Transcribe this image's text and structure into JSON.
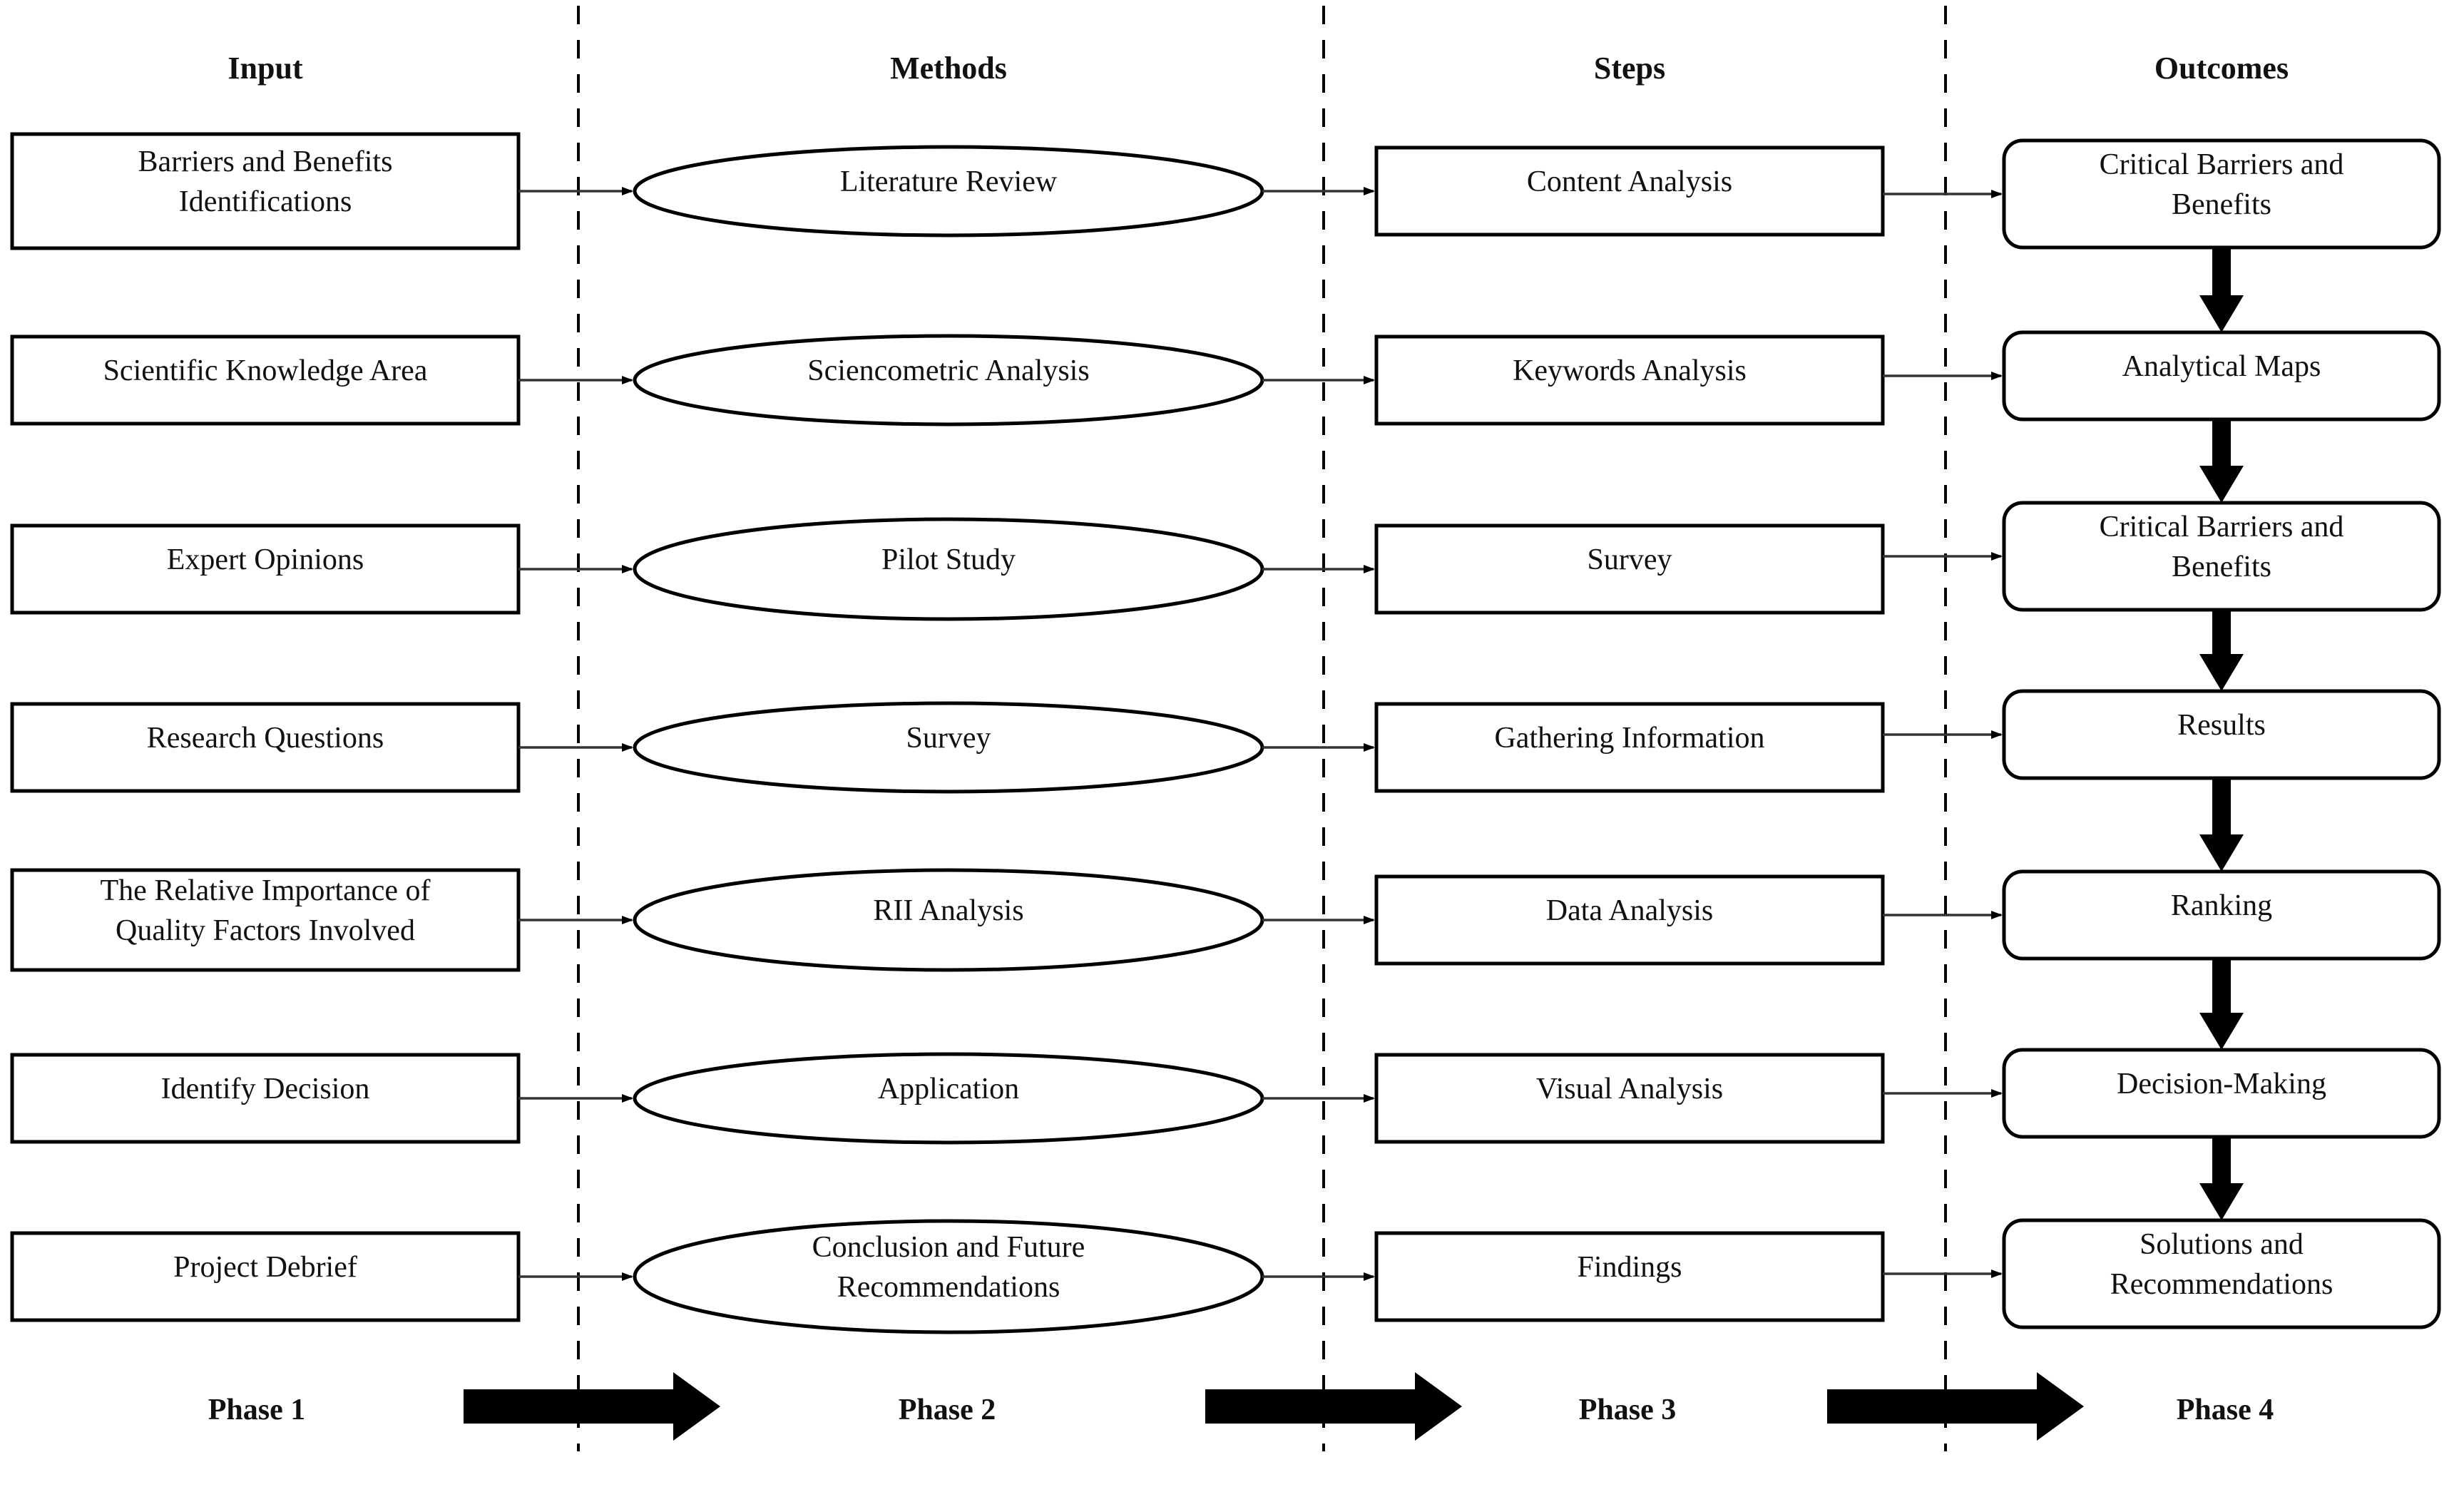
{
  "figure": {
    "type": "flowchart",
    "orientation": "left-to-right",
    "background_color": "#ffffff",
    "line_color": "#000000",
    "text_color": "#111111"
  },
  "columns": [
    {
      "id": "input",
      "header": "Input",
      "shape": "rectangle"
    },
    {
      "id": "methods",
      "header": "Methods",
      "shape": "ellipse"
    },
    {
      "id": "steps",
      "header": "Steps",
      "shape": "rectangle"
    },
    {
      "id": "outcomes",
      "header": "Outcomes",
      "shape": "rounded-rectangle"
    }
  ],
  "rows": [
    {
      "input": [
        "Barriers and Benefits",
        "Identifications"
      ],
      "methods": [
        "Literature Review"
      ],
      "steps": [
        "Content Analysis"
      ],
      "outcomes": [
        "Critical Barriers and",
        "Benefits"
      ]
    },
    {
      "input": [
        "Scientific Knowledge Area"
      ],
      "methods": [
        "Sciencometric Analysis"
      ],
      "steps": [
        "Keywords Analysis"
      ],
      "outcomes": [
        "Analytical Maps"
      ]
    },
    {
      "input": [
        "Expert Opinions"
      ],
      "methods": [
        "Pilot Study"
      ],
      "steps": [
        "Survey"
      ],
      "outcomes": [
        "Critical Barriers and",
        "Benefits"
      ]
    },
    {
      "input": [
        "Research Questions"
      ],
      "methods": [
        "Survey"
      ],
      "steps": [
        "Gathering Information"
      ],
      "outcomes": [
        "Results"
      ]
    },
    {
      "input": [
        "The Relative Importance of",
        "Quality Factors Involved"
      ],
      "methods": [
        "RII Analysis"
      ],
      "steps": [
        "Data Analysis"
      ],
      "outcomes": [
        "Ranking"
      ]
    },
    {
      "input": [
        "Identify Decision"
      ],
      "methods": [
        "Application"
      ],
      "steps": [
        "Visual Analysis"
      ],
      "outcomes": [
        "Decision-Making"
      ]
    },
    {
      "input": [
        "Project Debrief"
      ],
      "methods": [
        "Conclusion and Future",
        "Recommendations"
      ],
      "steps": [
        "Findings"
      ],
      "outcomes": [
        "Solutions and",
        "Recommendations"
      ]
    }
  ],
  "phases": [
    {
      "label": "Phase 1"
    },
    {
      "label": "Phase 2"
    },
    {
      "label": "Phase 3"
    },
    {
      "label": "Phase 4"
    }
  ],
  "connectors": {
    "horizontal_arrow_count": 21,
    "vertical_block_arrow_count": 6,
    "phase_block_arrow_count": 3,
    "dashed_divider_count": 3
  }
}
